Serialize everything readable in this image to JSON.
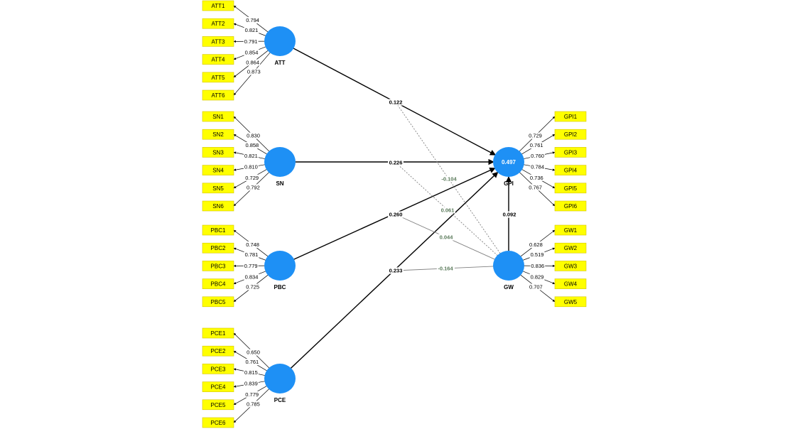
{
  "colors": {
    "latent_fill": "#1e90f5",
    "indicator_fill": "#ffff00",
    "significant_path": "#000000",
    "moderation_path": "#808080",
    "moderation_label": "#5a7a5a"
  },
  "latents": [
    {
      "id": "ATT",
      "label": "ATT",
      "r2": "",
      "indicators": [
        {
          "name": "ATT1",
          "loading": "0.794"
        },
        {
          "name": "ATT2",
          "loading": "0.821"
        },
        {
          "name": "ATT3",
          "loading": "0.791"
        },
        {
          "name": "ATT4",
          "loading": "0.854"
        },
        {
          "name": "ATT5",
          "loading": "0.864"
        },
        {
          "name": "ATT6",
          "loading": "0.873"
        }
      ]
    },
    {
      "id": "SN",
      "label": "SN",
      "r2": "",
      "indicators": [
        {
          "name": "SN1",
          "loading": "0.830"
        },
        {
          "name": "SN2",
          "loading": "0.858"
        },
        {
          "name": "SN3",
          "loading": "0.821"
        },
        {
          "name": "SN4",
          "loading": "0.810"
        },
        {
          "name": "SN5",
          "loading": "0.729"
        },
        {
          "name": "SN6",
          "loading": "0.792"
        }
      ]
    },
    {
      "id": "PBC",
      "label": "PBC",
      "r2": "",
      "indicators": [
        {
          "name": "PBC1",
          "loading": "0.748"
        },
        {
          "name": "PBC2",
          "loading": "0.781"
        },
        {
          "name": "PBC3",
          "loading": "0.779"
        },
        {
          "name": "PBC4",
          "loading": "0.834"
        },
        {
          "name": "PBC5",
          "loading": "0.725"
        }
      ]
    },
    {
      "id": "PCE",
      "label": "PCE",
      "r2": "",
      "indicators": [
        {
          "name": "PCE1",
          "loading": "0.650"
        },
        {
          "name": "PCE2",
          "loading": "0.761"
        },
        {
          "name": "PCE3",
          "loading": "0.815"
        },
        {
          "name": "PCE4",
          "loading": "0.839"
        },
        {
          "name": "PCE5",
          "loading": "0.779"
        },
        {
          "name": "PCE6",
          "loading": "0.785"
        }
      ]
    },
    {
      "id": "GPI",
      "label": "GPI",
      "r2": "0.497",
      "indicators": [
        {
          "name": "GPI1",
          "loading": "0.729"
        },
        {
          "name": "GPI2",
          "loading": "0.761"
        },
        {
          "name": "GPI3",
          "loading": "0.760"
        },
        {
          "name": "GPI4",
          "loading": "0.784"
        },
        {
          "name": "GPI5",
          "loading": "0.736"
        },
        {
          "name": "GPI6",
          "loading": "0.767"
        }
      ]
    },
    {
      "id": "GW",
      "label": "GW",
      "r2": "",
      "indicators": [
        {
          "name": "GW1",
          "loading": "0.628"
        },
        {
          "name": "GW2",
          "loading": "0.519"
        },
        {
          "name": "GW3",
          "loading": "0.836"
        },
        {
          "name": "GW4",
          "loading": "0.829"
        },
        {
          "name": "GW5",
          "loading": "0.707"
        }
      ]
    }
  ],
  "paths": [
    {
      "from": "ATT",
      "to": "GPI",
      "coef": "0.122",
      "style": "solid"
    },
    {
      "from": "SN",
      "to": "GPI",
      "coef": "0.226",
      "style": "solid"
    },
    {
      "from": "PBC",
      "to": "GPI",
      "coef": "0.260",
      "style": "solid"
    },
    {
      "from": "PCE",
      "to": "GPI",
      "coef": "0.233",
      "style": "solid"
    },
    {
      "from": "GW",
      "to": "GPI",
      "coef": "0.092",
      "style": "solid"
    },
    {
      "from": "GW",
      "to": "ATT-GPI",
      "coef": "-0.104",
      "style": "dotted"
    },
    {
      "from": "GW",
      "to": "SN-GPI",
      "coef": "0.061",
      "style": "dotted"
    },
    {
      "from": "GW",
      "to": "PBC-GPI",
      "coef": "0.044",
      "style": "thin"
    },
    {
      "from": "GW",
      "to": "PCE-GPI",
      "coef": "-0.164",
      "style": "thin"
    }
  ]
}
